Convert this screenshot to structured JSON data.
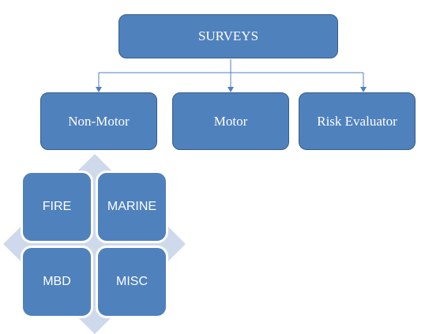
{
  "diagram": {
    "root": {
      "label": "SURVEYS"
    },
    "children": [
      {
        "label": "Non-Motor"
      },
      {
        "label": "Motor"
      },
      {
        "label": "Risk Evaluator"
      }
    ],
    "subcategories": [
      {
        "label": "FIRE"
      },
      {
        "label": "MARINE"
      },
      {
        "label": "MBD"
      },
      {
        "label": "MISC"
      }
    ]
  },
  "colors": {
    "box_fill": "#4f81bd",
    "box_border": "#385d8a",
    "connector": "#4f81bd",
    "diamond_fill": "#ced9ec",
    "text": "#ffffff"
  }
}
